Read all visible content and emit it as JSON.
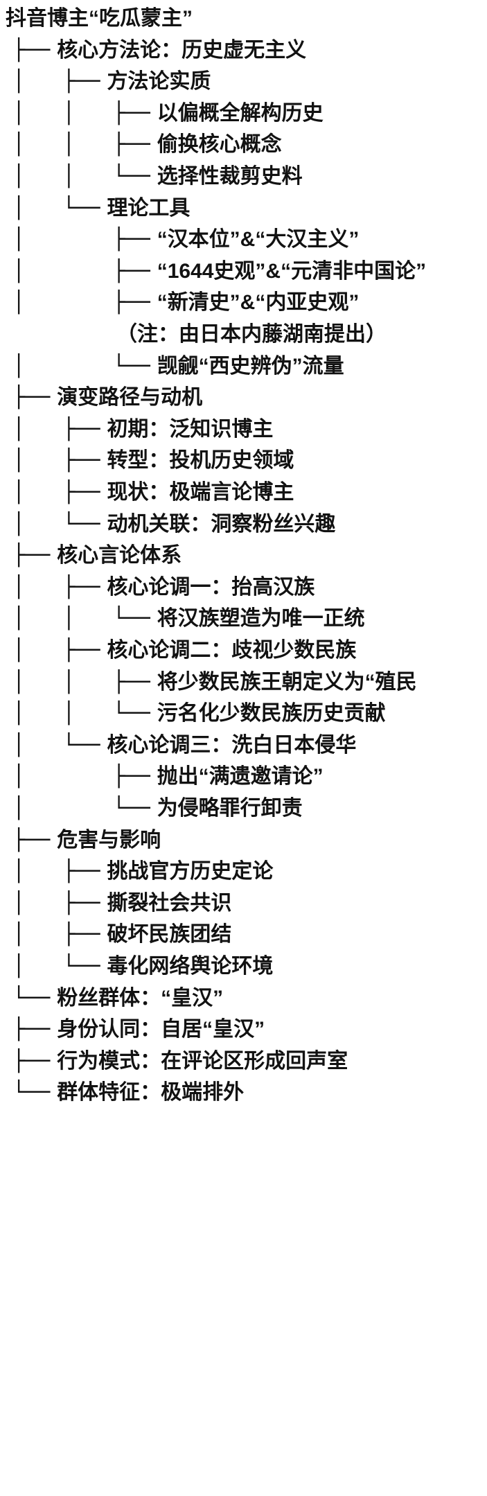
{
  "document": {
    "type": "text-tree-outline",
    "language": "zh-CN",
    "background_color": "#ffffff",
    "text_color": "#121212",
    "title": "抖音博主“吃瓜蒙主”"
  },
  "tree": {
    "root_label": "抖音博主“吃瓜蒙主”",
    "lines": [
      {
        "prefix": "",
        "label": "抖音博主“吃瓜蒙主”",
        "depth": 0,
        "kind": "root"
      },
      {
        "prefix": "├──",
        "label": "核心方法论：历史虚无主义",
        "depth": 1,
        "kind": "branch"
      },
      {
        "prefix": "│   ├──",
        "label": "方法论实质",
        "depth": 2,
        "kind": "branch"
      },
      {
        "prefix": "│   │   ├──",
        "label": "以偏概全解构历史",
        "depth": 3,
        "kind": "branch"
      },
      {
        "prefix": "│   │   ├──",
        "label": "偷换核心概念",
        "depth": 3,
        "kind": "branch"
      },
      {
        "prefix": "│   │   └──",
        "label": "选择性裁剪史料",
        "depth": 3,
        "kind": "last"
      },
      {
        "prefix": "│   └──",
        "label": "理论工具",
        "depth": 2,
        "kind": "last"
      },
      {
        "prefix": "│       ├──",
        "label": "“汉本位”&“大汉主义”",
        "depth": 3,
        "kind": "branch"
      },
      {
        "prefix": "│       ├──",
        "label": "“1644史观”&“元清非中国论”",
        "depth": 3,
        "kind": "branch"
      },
      {
        "prefix": "│       ├──",
        "label": "“新清史”&“内亚史观”",
        "depth": 3,
        "kind": "branch"
      },
      {
        "prefix": "",
        "label": "（注：由日本内藤湖南提出）",
        "depth": 4,
        "kind": "note"
      },
      {
        "prefix": "│       └──",
        "label": "觊觎“西史辨伪”流量",
        "depth": 3,
        "kind": "last"
      },
      {
        "prefix": "├──",
        "label": "演变路径与动机",
        "depth": 1,
        "kind": "branch"
      },
      {
        "prefix": "│   ├──",
        "label": "初期：泛知识博主",
        "depth": 2,
        "kind": "branch"
      },
      {
        "prefix": "│   ├──",
        "label": "转型：投机历史领域",
        "depth": 2,
        "kind": "branch"
      },
      {
        "prefix": "│   ├──",
        "label": "现状：极端言论博主",
        "depth": 2,
        "kind": "branch"
      },
      {
        "prefix": "│   └──",
        "label": "动机关联：洞察粉丝兴趣",
        "depth": 2,
        "kind": "last"
      },
      {
        "prefix": "├──",
        "label": "核心言论体系",
        "depth": 1,
        "kind": "branch"
      },
      {
        "prefix": "│   ├──",
        "label": "核心论调一：抬高汉族",
        "depth": 2,
        "kind": "branch"
      },
      {
        "prefix": "│   │   └──",
        "label": "将汉族塑造为唯一正统",
        "depth": 3,
        "kind": "last"
      },
      {
        "prefix": "│   ├──",
        "label": "核心论调二：歧视少数民族",
        "depth": 2,
        "kind": "branch"
      },
      {
        "prefix": "│   │   ├──",
        "label": "将少数民族王朝定义为“殖民",
        "depth": 3,
        "kind": "branch",
        "clipped": true
      },
      {
        "prefix": "│   │   └──",
        "label": "污名化少数民族历史贡献",
        "depth": 3,
        "kind": "last"
      },
      {
        "prefix": "│   └──",
        "label": "核心论调三：洗白日本侵华",
        "depth": 2,
        "kind": "last"
      },
      {
        "prefix": "│       ├──",
        "label": "抛出“满遗邀请论”",
        "depth": 3,
        "kind": "branch"
      },
      {
        "prefix": "│       └──",
        "label": "为侵略罪行卸责",
        "depth": 3,
        "kind": "last"
      },
      {
        "prefix": "├──",
        "label": "危害与影响",
        "depth": 1,
        "kind": "branch"
      },
      {
        "prefix": "│   ├──",
        "label": "挑战官方历史定论",
        "depth": 2,
        "kind": "branch"
      },
      {
        "prefix": "│   ├──",
        "label": "撕裂社会共识",
        "depth": 2,
        "kind": "branch"
      },
      {
        "prefix": "│   ├──",
        "label": "破坏民族团结",
        "depth": 2,
        "kind": "branch"
      },
      {
        "prefix": "│   └──",
        "label": "毒化网络舆论环境",
        "depth": 2,
        "kind": "last"
      },
      {
        "prefix": "└──",
        "label": "粉丝群体：“皇汉”",
        "depth": 1,
        "kind": "last"
      },
      {
        "prefix": "├──",
        "label": "身份认同：自居“皇汉”",
        "depth": 1,
        "kind": "branch"
      },
      {
        "prefix": "├──",
        "label": "行为模式：在评论区形成回声室",
        "depth": 1,
        "kind": "branch"
      },
      {
        "prefix": "└──",
        "label": "群体特征：极端排外",
        "depth": 1,
        "kind": "last"
      }
    ]
  }
}
